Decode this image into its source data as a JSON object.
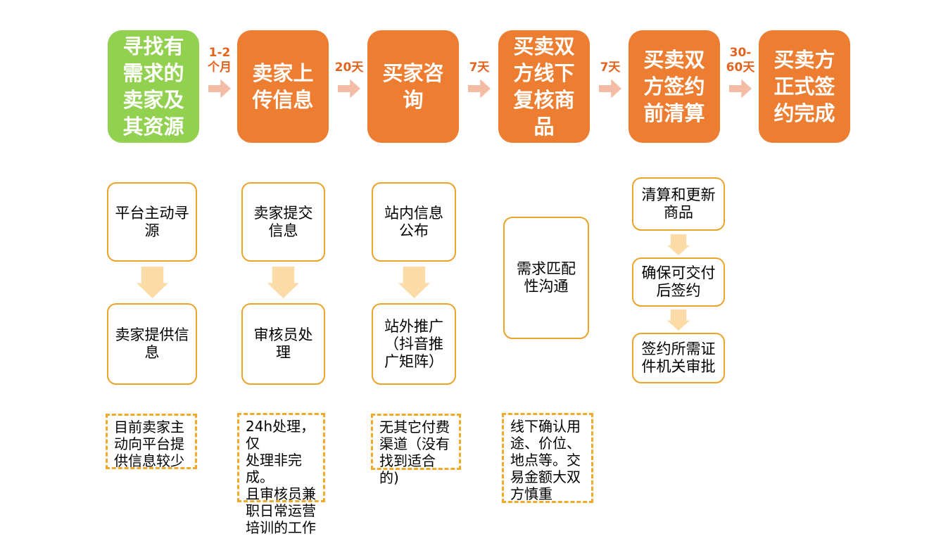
{
  "palette": {
    "green": "#92D050",
    "orange": "#ED7D31",
    "label-orange": "#E2631E",
    "arrow-peach": "#F4BCA4",
    "arrow-gold": "#FBDBA6",
    "gold": "#EBA32A",
    "gold-dash": "#EFA92B"
  },
  "stages": [
    {
      "label": "寻找有需求的卖家及其资源"
    },
    {
      "label": "卖家上传信息"
    },
    {
      "label": "买家咨询"
    },
    {
      "label": "买卖双方线下复核商品"
    },
    {
      "label": "买卖双方签约前清算"
    },
    {
      "label": "买卖方正式签约完成"
    }
  ],
  "durations": [
    "1-2\n个月",
    "20天",
    "7天",
    "7天",
    "30-\n60天"
  ],
  "substeps": {
    "col1": [
      "平台主动寻源",
      "卖家提供信息"
    ],
    "col2": [
      "卖家提交信息",
      "审核员处理"
    ],
    "col3": [
      "站内信息公布",
      "站外推广（抖音推广矩阵）"
    ],
    "col4": [
      "需求匹配性沟通"
    ],
    "col5": [
      "清算和更新商品",
      "确保可交付后签约",
      "签约所需证件机关审批"
    ]
  },
  "notes": [
    "目前卖家主\n动向平台提\n供信息较少",
    "24h处理，仅\n处理非完成。\n且审核员兼\n职日常运营\n培训的工作",
    "无其它付费\n渠道（没有\n找到适合的)",
    "线下确认用\n途、价位、\n地点等。交\n易金额大双\n方慎重"
  ]
}
